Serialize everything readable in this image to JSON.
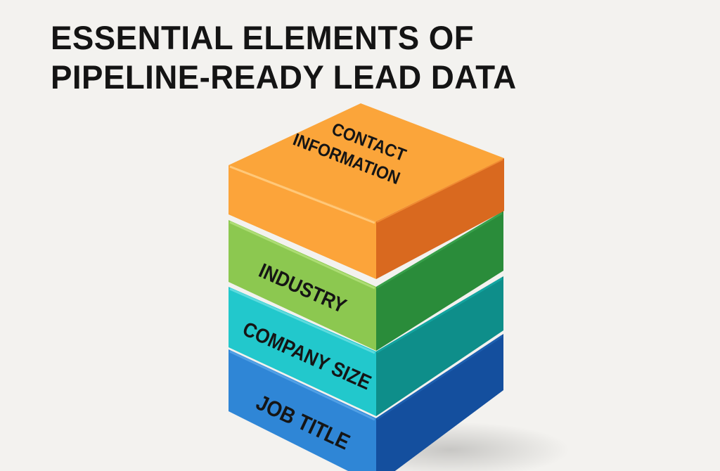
{
  "title": {
    "line1": "ESSENTIAL ELEMENTS OF",
    "line2": "PIPELINE-READY LEAD DATA"
  },
  "stack": {
    "layers": [
      {
        "label_line1": "CONTACT",
        "label_line2": "INFORMATION",
        "color_top": "#fba53a",
        "color_left": "#fca43a",
        "color_right": "#d9691f"
      },
      {
        "label": "INDUSTRY",
        "color_left": "#8cc850",
        "color_right": "#2a8c3a"
      },
      {
        "label": "COMPANY SIZE",
        "color_left": "#22c8cc",
        "color_right": "#0e8e8a"
      },
      {
        "label": "JOB TITLE",
        "color_left": "#2f86d6",
        "color_right": "#144f9e"
      }
    ]
  }
}
